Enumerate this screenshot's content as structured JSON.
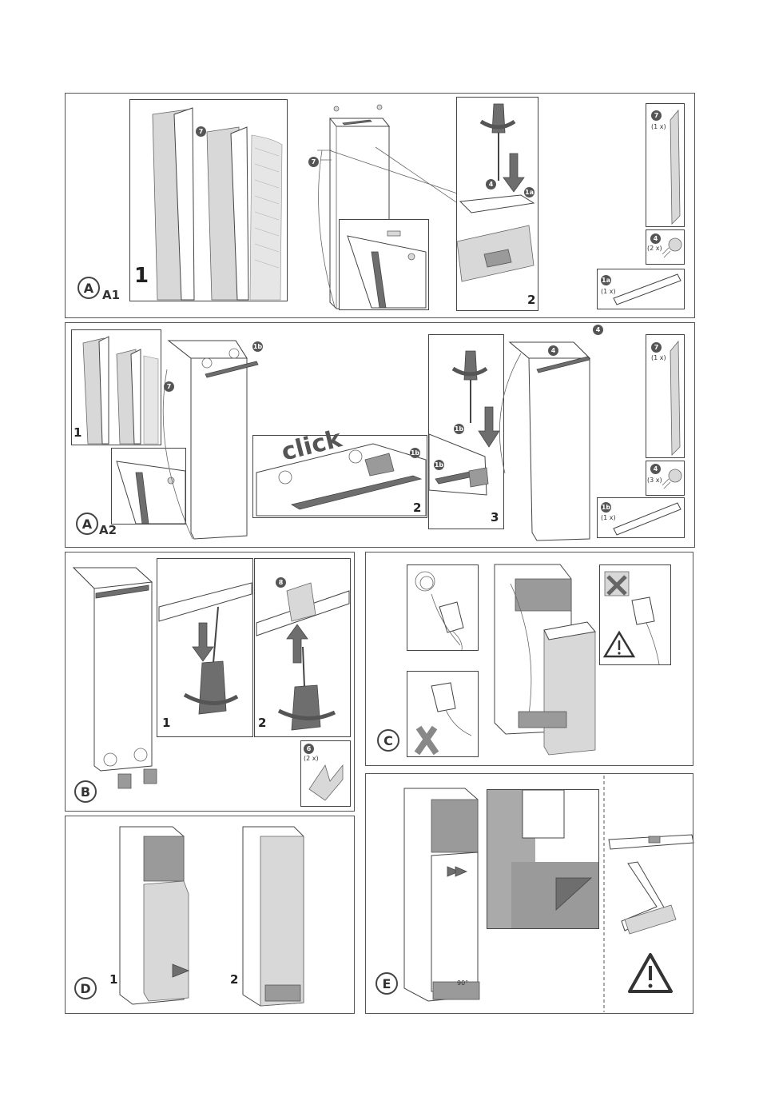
{
  "sections": {
    "a1": {
      "letter": "A",
      "sublabel": "A1",
      "steps": [
        "1",
        "2"
      ],
      "badges": [
        "7",
        "7",
        "4",
        "1a"
      ]
    },
    "a2": {
      "letter": "A",
      "sublabel": "A2",
      "steps": [
        "1",
        "2",
        "3"
      ],
      "badges": [
        "7",
        "1b",
        "1b",
        "1b",
        "4",
        "1b",
        "4"
      ],
      "click_text": "click"
    },
    "b": {
      "letter": "B",
      "steps": [
        "1",
        "2"
      ],
      "badges": [
        "8"
      ]
    },
    "c": {
      "letter": "C"
    },
    "d": {
      "letter": "D",
      "steps": [
        "1",
        "2"
      ]
    },
    "e": {
      "letter": "E",
      "angle": "90°"
    }
  },
  "parts_a1": [
    {
      "badge": "7",
      "qty": "(1 x)"
    },
    {
      "badge": "4",
      "qty": "(2 x)"
    },
    {
      "badge": "1a",
      "qty": "(1 x)"
    }
  ],
  "parts_a2": [
    {
      "badge": "7",
      "qty": "(1 x)"
    },
    {
      "badge": "4",
      "qty": "(3 x)"
    },
    {
      "badge": "1b",
      "qty": "(1 x)"
    }
  ],
  "parts_b": [
    {
      "badge": "6",
      "qty": "(2 x)"
    }
  ],
  "icons": [
    "screwdriver-icon",
    "plug-icon",
    "warning-icon",
    "spirit-level-icon",
    "set-square-icon"
  ]
}
